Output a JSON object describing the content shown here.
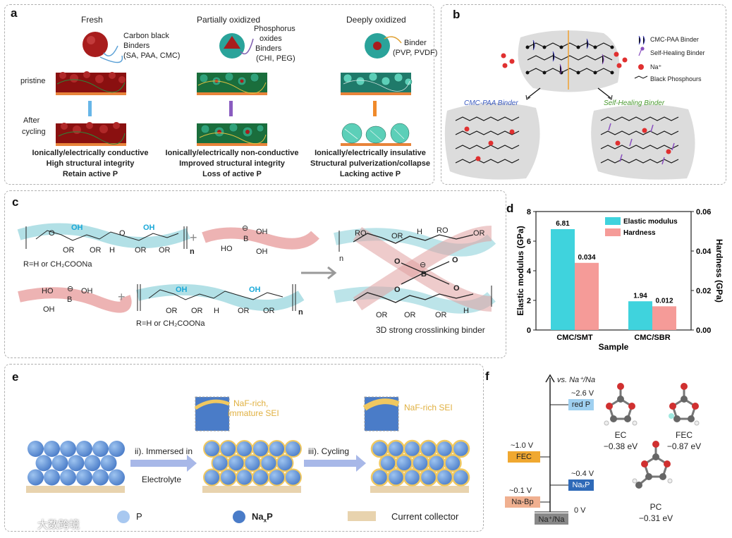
{
  "panel_a": {
    "label": "a",
    "headers": [
      "Fresh",
      "Partially oxidized",
      "Deeply oxidized"
    ],
    "row_labels": [
      "pristine",
      "After",
      "cycling"
    ],
    "fresh_callouts": [
      "Carbon black",
      "Binders",
      "(SA, PAA, CMC)"
    ],
    "partial_callouts": [
      "Phosphorus",
      "oxides",
      "Binders",
      "(CHI, PEG)"
    ],
    "deep_callouts": [
      "Binder",
      "(PVP, PVDF)"
    ],
    "fresh_props": [
      "Ionically/electrically conductive",
      "High structural integrity",
      "Retain active P"
    ],
    "partial_props": [
      "Ionically/electrically non-conductive",
      "Improved structural integrity",
      "Loss of active P"
    ],
    "deep_props": [
      "Ionically/electrically insulative",
      "Structural pulverization/collapse",
      "Lacking active P"
    ]
  },
  "panel_b": {
    "label": "b",
    "legend": [
      "CMC-PAA Binder",
      "Self-Healing Binder",
      "Na⁺",
      "Black Phosphours"
    ],
    "left_title": "CMC-PAA Binder",
    "right_title": "Self-Healing Binder"
  },
  "panel_c": {
    "label": "c",
    "r_note_1": "R=H or CH₂COONa",
    "r_note_2": "R=H or CH₂COONa",
    "product_caption": "3D strong crosslinking binder",
    "plus": "+",
    "oh": "OH",
    "or": "OR",
    "h": "H",
    "o": "O",
    "ho": "HO",
    "b": "B",
    "ro": "RO",
    "n": "n",
    "minus": "⊖"
  },
  "panel_d": {
    "label": "d",
    "chart_data": {
      "type": "bar",
      "categories": [
        "CMC/SMT",
        "CMC/SBR"
      ],
      "series": [
        {
          "name": "Elastic modulus",
          "values": [
            6.81,
            1.94
          ],
          "axis": "left",
          "color": "#3fd3dd"
        },
        {
          "name": "Hardness",
          "values": [
            0.034,
            0.012
          ],
          "axis": "right",
          "color": "#f59b98"
        }
      ],
      "data_labels": [
        [
          "6.81",
          "1.94"
        ],
        [
          "0.034",
          "0.012"
        ]
      ],
      "xlabel": "Sample",
      "ylabel": "Elastic modulus (GPa)",
      "y2label": "Hardness (GPa)",
      "ylim": [
        0,
        8
      ],
      "y2lim": [
        0,
        0.06
      ],
      "yticks": [
        "0",
        "2",
        "4",
        "6",
        "8"
      ],
      "y2ticks": [
        "0.00",
        "0.02",
        "0.04",
        "0.06"
      ],
      "legend_position": "top-right"
    }
  },
  "panel_e": {
    "label": "e",
    "step2": "ii). Immersed in",
    "step2b": "Electrolyte",
    "step3": "iii). Cycling",
    "sei1_a": "NaF-rich,",
    "sei1_b": "immature SEI",
    "sei2": "NaF-rich SEI",
    "legend_p": "P",
    "legend_naxp": "Na",
    "legend_naxp_sub": "x",
    "legend_naxp_tail": "P",
    "legend_cc": "Current collector",
    "watermark": "大数跨境"
  },
  "panel_f": {
    "label": "f",
    "axis_title": "vs. Na⁺/Na",
    "levels": [
      {
        "v": "~2.6 V",
        "name": "red P"
      },
      {
        "v": "~1.0 V",
        "name": "FEC"
      },
      {
        "v": "~0.4 V",
        "name": "NaₓP"
      },
      {
        "v": "~0.1 V",
        "name": "Na-Bp"
      },
      {
        "v": "0 V",
        "name": "Na⁺/Na"
      }
    ],
    "molecules": [
      {
        "name": "EC",
        "energy": "−0.38 eV"
      },
      {
        "name": "FEC",
        "energy": "−0.87 eV"
      },
      {
        "name": "PC",
        "energy": "−0.31 eV"
      }
    ]
  }
}
